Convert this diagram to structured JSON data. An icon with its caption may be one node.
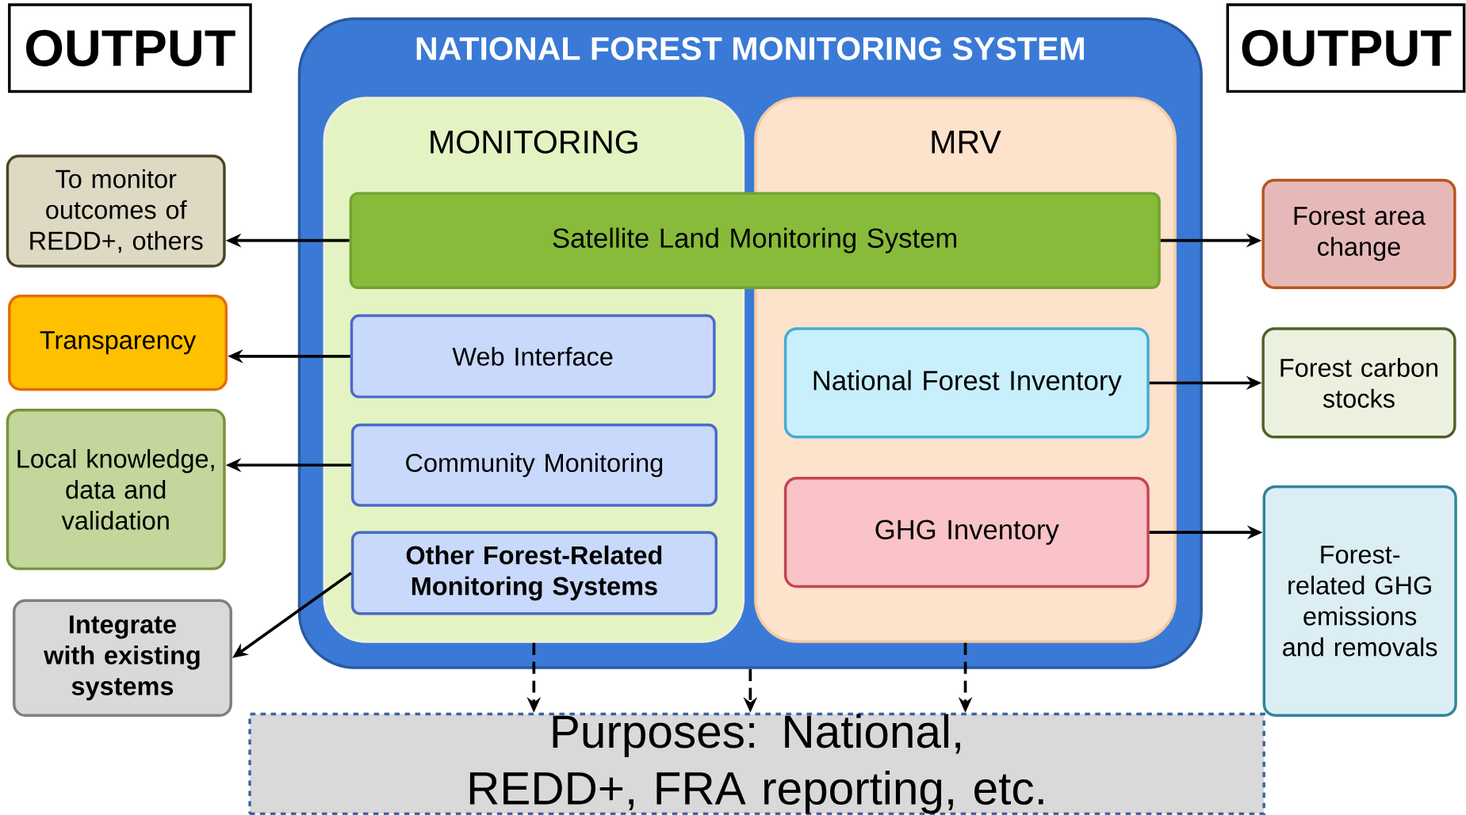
{
  "diagram": {
    "nodes": [
      {
        "text": [
          "NATIONAL FOREST MONITORING SYSTEM"
        ]
      },
      {
        "text": [
          "MONITORING"
        ],
        "in": 0
      },
      {
        "text": [
          "MRV"
        ],
        "in": 0
      },
      {
        "text": [
          "Satellite Land Monitoring System"
        ],
        "in": 0
      },
      {
        "text": [
          "Web Interface"
        ],
        "in": 1
      },
      {
        "text": [
          "Community Monitoring"
        ],
        "in": 1
      },
      {
        "text": [
          "Other Forest-Related Monitoring Systems"
        ],
        "in": 1
      },
      {
        "text": [
          "National Forest Inventory"
        ],
        "in": 2
      },
      {
        "text": [
          "GHG Inventory"
        ],
        "in": 2
      },
      {
        "text": [
          "OUTPUT"
        ]
      },
      {
        "text": [
          "OUTPUT"
        ]
      },
      {
        "text": [
          "To monitor outcomes of REDD+, others"
        ]
      },
      {
        "text": [
          "Transparency"
        ]
      },
      {
        "text": [
          "Local knowledge, data and validation"
        ]
      },
      {
        "text": [
          "Integrate with existing systems"
        ]
      },
      {
        "text": [
          "Forest area change"
        ]
      },
      {
        "text": [
          "Forest carbon stocks"
        ]
      },
      {
        "text": [
          "Forest-related GHG emissions and removals"
        ]
      },
      {
        "text": [
          "Purposes: National, REDD+, FRA reporting, etc."
        ]
      }
    ],
    "edges": [
      {
        "from": 3,
        "to": 11,
        "arrow": "to"
      },
      {
        "from": 4,
        "to": 12,
        "arrow": "to"
      },
      {
        "from": 5,
        "to": 13,
        "arrow": "to"
      },
      {
        "from": 6,
        "to": 14,
        "arrow": "to"
      },
      {
        "from": 3,
        "to": 15,
        "arrow": "to"
      },
      {
        "from": 7,
        "to": 16,
        "arrow": "to"
      },
      {
        "from": 8,
        "to": 17,
        "arrow": "to"
      },
      {
        "from": 1,
        "to": 18,
        "arrow": "to",
        "style": "dashed"
      },
      {
        "from": 0,
        "to": 18,
        "arrow": "to",
        "style": "dashed"
      },
      {
        "from": 2,
        "to": 18,
        "arrow": "to",
        "style": "dashed"
      }
    ]
  }
}
